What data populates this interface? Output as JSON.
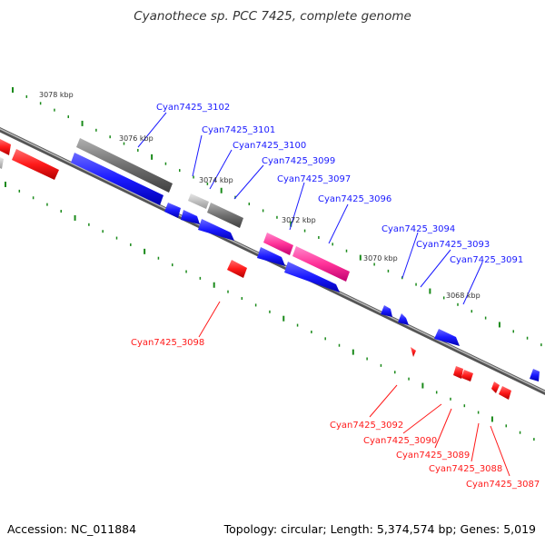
{
  "title": "Cyanothece sp. PCC 7425, complete genome",
  "accession_label": "Accession: NC_011884",
  "topology_label": "Topology: circular; Length: 5,374,574 bp; Genes: 5,019",
  "colors": {
    "forward": "#1a1aff",
    "reverse": "#ff1a1a",
    "backbone": "#888888",
    "ticks": "#1a8a1a",
    "rna": "#ff3399",
    "other": "#777777"
  },
  "scale_labels": [
    "3078 kbp",
    "3076 kbp",
    "3074 kbp",
    "3072 kbp",
    "3070 kbp",
    "3068 kbp"
  ],
  "genes_forward": [
    "Cyan7425_3102",
    "Cyan7425_3101",
    "Cyan7425_3100",
    "Cyan7425_3099",
    "Cyan7425_3097",
    "Cyan7425_3096",
    "Cyan7425_3094",
    "Cyan7425_3093",
    "Cyan7425_3091"
  ],
  "genes_reverse": [
    "Cyan7425_3098",
    "Cyan7425_3092",
    "Cyan7425_3090",
    "Cyan7425_3089",
    "Cyan7425_3088",
    "Cyan7425_3087"
  ]
}
